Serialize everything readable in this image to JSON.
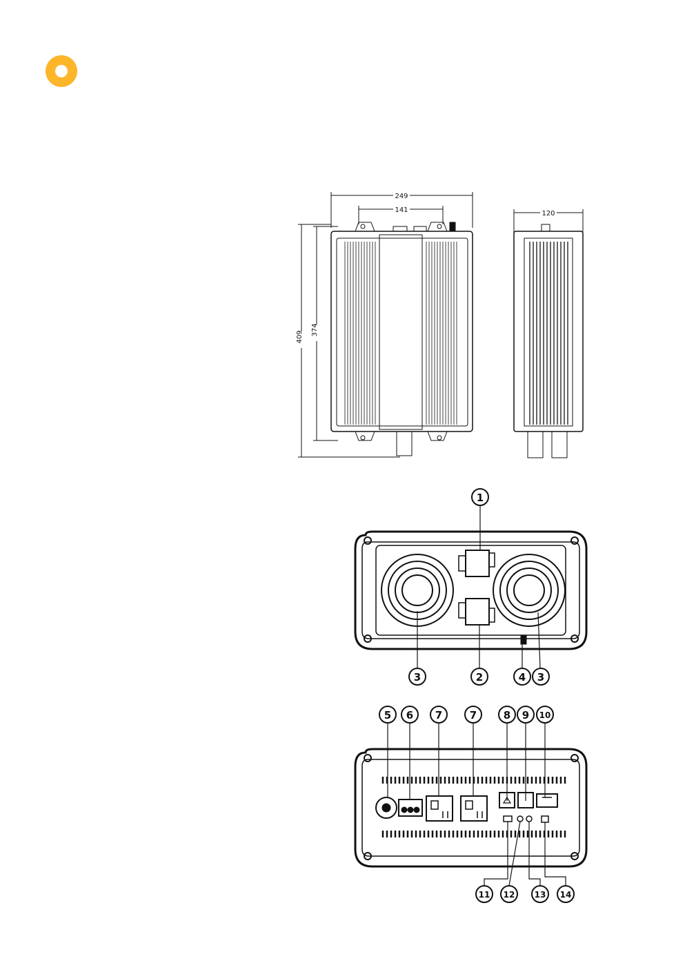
{
  "dimensions": {
    "width_top": "249",
    "mount_spacing": "141",
    "depth_side": "120",
    "height_total": "409",
    "height_body": "374"
  },
  "callouts": {
    "c1": "1",
    "c2": "2",
    "c3a": "3",
    "c3b": "3",
    "c4": "4",
    "c5": "5",
    "c6": "6",
    "c7a": "7",
    "c7b": "7",
    "c8": "8",
    "c9": "9",
    "c10": "10",
    "c11": "11",
    "c12": "12",
    "c13": "13",
    "c14": "14"
  },
  "colors": {
    "badge": "#FDB52A",
    "line": "#111111"
  }
}
